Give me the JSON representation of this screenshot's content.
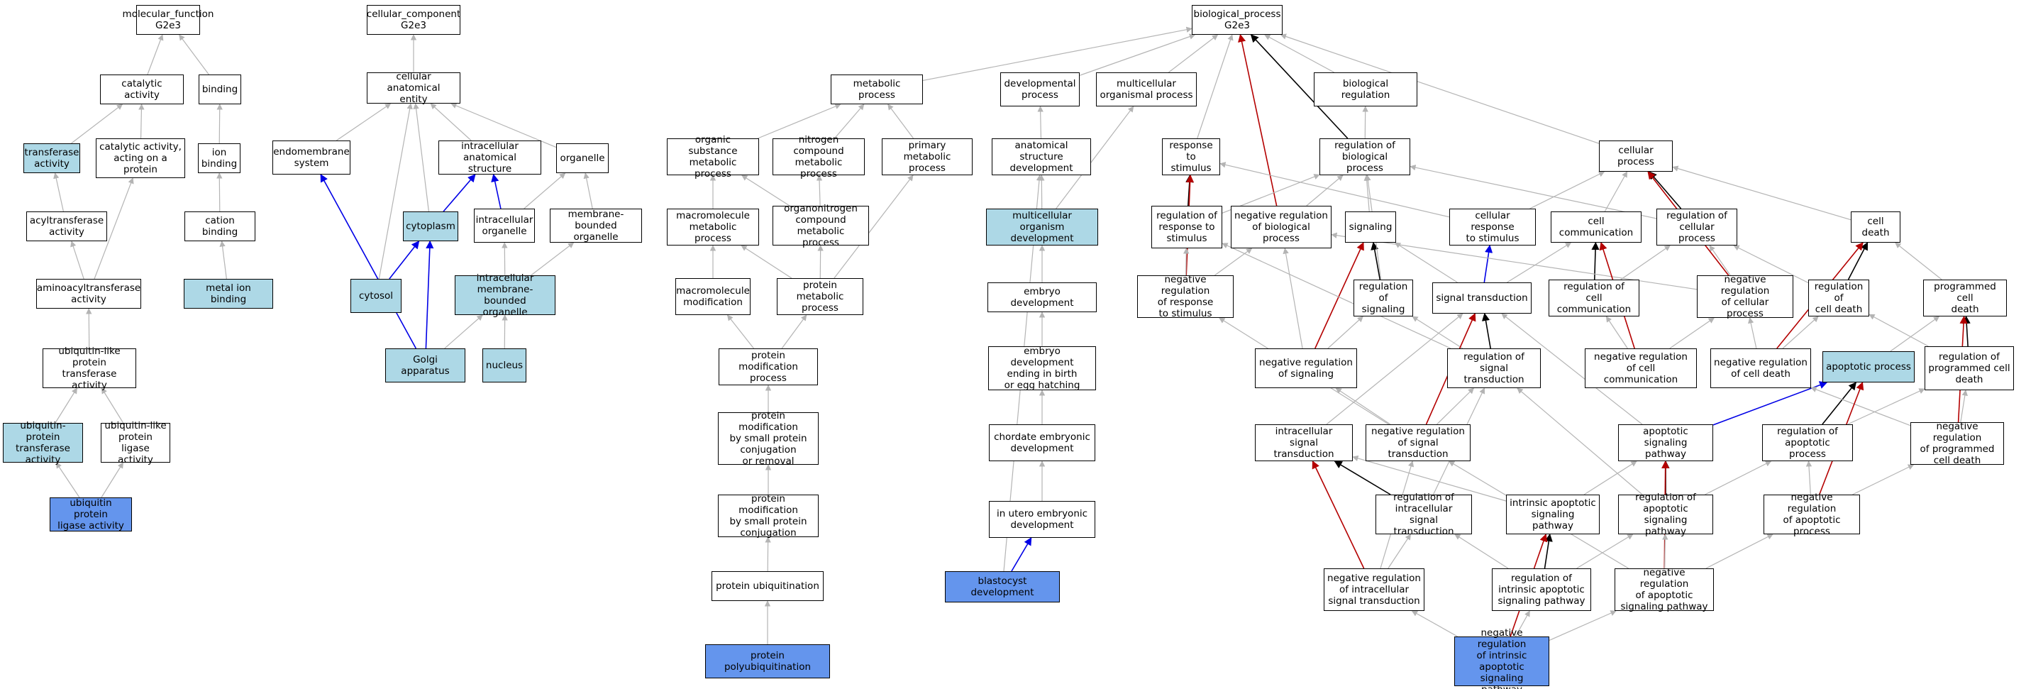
{
  "nodes": [
    {
      "id": "mf",
      "label": "molecular_function\nG2e3",
      "style": "plain"
    },
    {
      "id": "catalytic",
      "label": "catalytic activity",
      "style": "plain"
    },
    {
      "id": "binding",
      "label": "binding",
      "style": "plain"
    },
    {
      "id": "transferase",
      "label": "transferase\nactivity",
      "style": "hl"
    },
    {
      "id": "catprot",
      "label": "catalytic activity,\nacting on a\nprotein",
      "style": "plain"
    },
    {
      "id": "ionbinding",
      "label": "ion binding",
      "style": "plain"
    },
    {
      "id": "acyltrans",
      "label": "acyltransferase\nactivity",
      "style": "plain"
    },
    {
      "id": "cationbinding",
      "label": "cation binding",
      "style": "plain"
    },
    {
      "id": "aminoacyl",
      "label": "aminoacyltransferase\nactivity",
      "style": "plain"
    },
    {
      "id": "metalion",
      "label": "metal ion binding",
      "style": "hl"
    },
    {
      "id": "ublprottrans",
      "label": "ubiquitin-like\nprotein transferase\nactivity",
      "style": "plain"
    },
    {
      "id": "ubprottrans",
      "label": "ubiquitin-protein\ntransferase\nactivity",
      "style": "hl"
    },
    {
      "id": "ubligase",
      "label": "ubiquitin-like\nprotein ligase\nactivity",
      "style": "plain"
    },
    {
      "id": "ubprotligase",
      "label": "ubiquitin protein\nligase activity",
      "style": "src"
    },
    {
      "id": "cc",
      "label": "cellular_component\nG2e3",
      "style": "plain"
    },
    {
      "id": "cae",
      "label": "cellular anatomical\nentity",
      "style": "plain"
    },
    {
      "id": "endomem",
      "label": "endomembrane\nsystem",
      "style": "plain"
    },
    {
      "id": "intanat",
      "label": "intracellular\nanatomical structure",
      "style": "plain"
    },
    {
      "id": "organelle",
      "label": "organelle",
      "style": "plain"
    },
    {
      "id": "cytoplasm",
      "label": "cytoplasm",
      "style": "hl"
    },
    {
      "id": "intorg",
      "label": "intracellular\norganelle",
      "style": "plain"
    },
    {
      "id": "membbound",
      "label": "membrane-bounded\norganelle",
      "style": "plain"
    },
    {
      "id": "cytosol",
      "label": "cytosol",
      "style": "hl"
    },
    {
      "id": "intmembbound",
      "label": "intracellular\nmembrane-bounded\norganelle",
      "style": "hl"
    },
    {
      "id": "golgi",
      "label": "Golgi apparatus",
      "style": "hl"
    },
    {
      "id": "nucleus",
      "label": "nucleus",
      "style": "hl"
    },
    {
      "id": "metab",
      "label": "metabolic process",
      "style": "plain"
    },
    {
      "id": "orgsub",
      "label": "organic substance\nmetabolic process",
      "style": "plain"
    },
    {
      "id": "nitrogen",
      "label": "nitrogen compound\nmetabolic process",
      "style": "plain"
    },
    {
      "id": "primmetab",
      "label": "primary metabolic\nprocess",
      "style": "plain"
    },
    {
      "id": "macromol",
      "label": "macromolecule\nmetabolic process",
      "style": "plain"
    },
    {
      "id": "organonit",
      "label": "organonitrogen\ncompound metabolic\nprocess",
      "style": "plain"
    },
    {
      "id": "macromod",
      "label": "macromolecule\nmodification",
      "style": "plain"
    },
    {
      "id": "protmetab",
      "label": "protein metabolic\nprocess",
      "style": "plain"
    },
    {
      "id": "protmod",
      "label": "protein modification\nprocess",
      "style": "plain"
    },
    {
      "id": "protmodsmall",
      "label": "protein modification\nby small protein\nconjugation\nor removal",
      "style": "plain"
    },
    {
      "id": "protmodconj",
      "label": "protein modification\nby small protein\nconjugation",
      "style": "plain"
    },
    {
      "id": "protubiq",
      "label": "protein ubiquitination",
      "style": "plain"
    },
    {
      "id": "protpolyubiq",
      "label": "protein polyubiquitination",
      "style": "src"
    },
    {
      "id": "bp",
      "label": "biological_process\nG2e3",
      "style": "plain"
    },
    {
      "id": "devproc",
      "label": "developmental\nprocess",
      "style": "plain"
    },
    {
      "id": "multiorg",
      "label": "multicellular\norganismal process",
      "style": "plain"
    },
    {
      "id": "anatdev",
      "label": "anatomical structure\ndevelopment",
      "style": "plain"
    },
    {
      "id": "multidev",
      "label": "multicellular\norganism development",
      "style": "hl"
    },
    {
      "id": "embryodev",
      "label": "embryo development",
      "style": "plain"
    },
    {
      "id": "embryobirth",
      "label": "embryo development\nending in birth\nor egg hatching",
      "style": "plain"
    },
    {
      "id": "chordate",
      "label": "chordate embryonic\ndevelopment",
      "style": "plain"
    },
    {
      "id": "inutero",
      "label": "in utero embryonic\ndevelopment",
      "style": "plain"
    },
    {
      "id": "blastocyst",
      "label": "blastocyst development",
      "style": "src"
    },
    {
      "id": "bioreg",
      "label": "biological regulation",
      "style": "plain"
    },
    {
      "id": "respstim",
      "label": "response to\nstimulus",
      "style": "plain"
    },
    {
      "id": "regbio",
      "label": "regulation of\nbiological process",
      "style": "plain"
    },
    {
      "id": "cellproc",
      "label": "cellular process",
      "style": "plain"
    },
    {
      "id": "regresp",
      "label": "regulation of\nresponse to\nstimulus",
      "style": "plain"
    },
    {
      "id": "negregbio",
      "label": "negative regulation\nof biological\nprocess",
      "style": "plain"
    },
    {
      "id": "signaling",
      "label": "signaling",
      "style": "plain"
    },
    {
      "id": "cellresp",
      "label": "cellular response\nto stimulus",
      "style": "plain"
    },
    {
      "id": "cellcomm",
      "label": "cell communication",
      "style": "plain"
    },
    {
      "id": "regcell",
      "label": "regulation of\ncellular process",
      "style": "plain"
    },
    {
      "id": "celldeath",
      "label": "cell death",
      "style": "plain"
    },
    {
      "id": "negregresp",
      "label": "negative regulation\nof response\nto stimulus",
      "style": "plain"
    },
    {
      "id": "regsig",
      "label": "regulation of\nsignaling",
      "style": "plain"
    },
    {
      "id": "sigtrans",
      "label": "signal transduction",
      "style": "plain"
    },
    {
      "id": "regcellcomm",
      "label": "regulation of\ncell communication",
      "style": "plain"
    },
    {
      "id": "negregcell",
      "label": "negative regulation\nof cellular\nprocess",
      "style": "plain"
    },
    {
      "id": "regcelldeath",
      "label": "regulation of\ncell death",
      "style": "plain"
    },
    {
      "id": "pcd",
      "label": "programmed cell\ndeath",
      "style": "plain"
    },
    {
      "id": "negregsig",
      "label": "negative regulation\nof signaling",
      "style": "plain"
    },
    {
      "id": "regsigtrans",
      "label": "regulation of\nsignal transduction",
      "style": "plain"
    },
    {
      "id": "negregcellcomm",
      "label": "negative regulation\nof cell communication",
      "style": "plain"
    },
    {
      "id": "negregcelldeath",
      "label": "negative regulation\nof cell death",
      "style": "plain"
    },
    {
      "id": "apoptotic",
      "label": "apoptotic process",
      "style": "hl"
    },
    {
      "id": "regpcd",
      "label": "regulation of\nprogrammed cell\ndeath",
      "style": "plain"
    },
    {
      "id": "intrasig",
      "label": "intracellular\nsignal transduction",
      "style": "plain"
    },
    {
      "id": "negregsigtrans",
      "label": "negative regulation\nof signal transduction",
      "style": "plain"
    },
    {
      "id": "apopsig",
      "label": "apoptotic signaling\npathway",
      "style": "plain"
    },
    {
      "id": "regapop",
      "label": "regulation of\napoptotic process",
      "style": "plain"
    },
    {
      "id": "negregpcd",
      "label": "negative regulation\nof programmed\ncell death",
      "style": "plain"
    },
    {
      "id": "regintra",
      "label": "regulation of\nintracellular\nsignal transduction",
      "style": "plain"
    },
    {
      "id": "intrinsic",
      "label": "intrinsic apoptotic\nsignaling pathway",
      "style": "plain"
    },
    {
      "id": "regapopsig",
      "label": "regulation of\napoptotic signaling\npathway",
      "style": "plain"
    },
    {
      "id": "negregapop",
      "label": "negative regulation\nof apoptotic\nprocess",
      "style": "plain"
    },
    {
      "id": "negregintra",
      "label": "negative regulation\nof intracellular\nsignal transduction",
      "style": "plain"
    },
    {
      "id": "regintrinsic",
      "label": "regulation of\nintrinsic apoptotic\nsignaling pathway",
      "style": "plain"
    },
    {
      "id": "negregapopsig",
      "label": "negative regulation\nof apoptotic\nsignaling pathway",
      "style": "plain"
    },
    {
      "id": "negregintrinsic",
      "label": "negative regulation\nof intrinsic\napoptotic signaling\npathway",
      "style": "src"
    }
  ],
  "edges": [
    [
      "catalytic",
      "mf",
      "is_a"
    ],
    [
      "binding",
      "mf",
      "is_a"
    ],
    [
      "transferase",
      "catalytic",
      "is_a"
    ],
    [
      "catprot",
      "catalytic",
      "is_a"
    ],
    [
      "ionbinding",
      "binding",
      "is_a"
    ],
    [
      "acyltrans",
      "transferase",
      "is_a"
    ],
    [
      "cationbinding",
      "ionbinding",
      "is_a"
    ],
    [
      "aminoacyl",
      "acyltrans",
      "is_a"
    ],
    [
      "aminoacyl",
      "catprot",
      "is_a"
    ],
    [
      "metalion",
      "cationbinding",
      "is_a"
    ],
    [
      "ublprottrans",
      "aminoacyl",
      "is_a"
    ],
    [
      "ubprottrans",
      "ublprottrans",
      "is_a"
    ],
    [
      "ubligase",
      "ublprottrans",
      "is_a"
    ],
    [
      "ubprotligase",
      "ubprottrans",
      "is_a"
    ],
    [
      "ubprotligase",
      "ubligase",
      "is_a"
    ],
    [
      "cae",
      "cc",
      "is_a"
    ],
    [
      "endomem",
      "cae",
      "is_a"
    ],
    [
      "intanat",
      "cae",
      "is_a"
    ],
    [
      "organelle",
      "cae",
      "is_a"
    ],
    [
      "cytoplasm",
      "cae",
      "is_a"
    ],
    [
      "cytosol",
      "cae",
      "is_a"
    ],
    [
      "cytoplasm",
      "intanat",
      "part_of"
    ],
    [
      "intorg",
      "intanat",
      "part_of"
    ],
    [
      "intorg",
      "organelle",
      "is_a"
    ],
    [
      "membbound",
      "organelle",
      "is_a"
    ],
    [
      "cytosol",
      "cytoplasm",
      "part_of"
    ],
    [
      "intmembbound",
      "intorg",
      "is_a"
    ],
    [
      "intmembbound",
      "membbound",
      "is_a"
    ],
    [
      "golgi",
      "cytoplasm",
      "part_of"
    ],
    [
      "golgi",
      "endomem",
      "part_of"
    ],
    [
      "golgi",
      "intmembbound",
      "is_a"
    ],
    [
      "nucleus",
      "intmembbound",
      "is_a"
    ],
    [
      "metab",
      "bp",
      "is_a"
    ],
    [
      "orgsub",
      "metab",
      "is_a"
    ],
    [
      "nitrogen",
      "metab",
      "is_a"
    ],
    [
      "primmetab",
      "metab",
      "is_a"
    ],
    [
      "macromol",
      "orgsub",
      "is_a"
    ],
    [
      "organonit",
      "nitrogen",
      "is_a"
    ],
    [
      "organonit",
      "orgsub",
      "is_a"
    ],
    [
      "macromod",
      "macromol",
      "is_a"
    ],
    [
      "protmetab",
      "macromol",
      "is_a"
    ],
    [
      "protmetab",
      "organonit",
      "is_a"
    ],
    [
      "protmetab",
      "primmetab",
      "is_a"
    ],
    [
      "protmod",
      "macromod",
      "is_a"
    ],
    [
      "protmod",
      "protmetab",
      "is_a"
    ],
    [
      "protmodsmall",
      "protmod",
      "is_a"
    ],
    [
      "protmodconj",
      "protmodsmall",
      "is_a"
    ],
    [
      "protubiq",
      "protmodconj",
      "is_a"
    ],
    [
      "protpolyubiq",
      "protubiq",
      "is_a"
    ],
    [
      "devproc",
      "bp",
      "is_a"
    ],
    [
      "multiorg",
      "bp",
      "is_a"
    ],
    [
      "anatdev",
      "devproc",
      "is_a"
    ],
    [
      "multidev",
      "anatdev",
      "is_a"
    ],
    [
      "multidev",
      "multiorg",
      "is_a"
    ],
    [
      "embryodev",
      "multidev",
      "is_a"
    ],
    [
      "embryobirth",
      "embryodev",
      "is_a"
    ],
    [
      "chordate",
      "embryobirth",
      "is_a"
    ],
    [
      "inutero",
      "chordate",
      "is_a"
    ],
    [
      "blastocyst",
      "inutero",
      "part_of"
    ],
    [
      "blastocyst",
      "anatdev",
      "is_a"
    ],
    [
      "bioreg",
      "bp",
      "is_a"
    ],
    [
      "respstim",
      "bp",
      "is_a"
    ],
    [
      "regbio",
      "bp",
      "regulates"
    ],
    [
      "regbio",
      "bioreg",
      "is_a"
    ],
    [
      "cellproc",
      "bp",
      "is_a"
    ],
    [
      "negregbio",
      "bp",
      "negatively_regulates"
    ],
    [
      "regresp",
      "respstim",
      "regulates"
    ],
    [
      "regresp",
      "regbio",
      "is_a"
    ],
    [
      "negregbio",
      "regbio",
      "is_a"
    ],
    [
      "signaling",
      "regbio",
      "is_a"
    ],
    [
      "cellresp",
      "respstim",
      "is_a"
    ],
    [
      "cellresp",
      "cellproc",
      "is_a"
    ],
    [
      "cellcomm",
      "cellproc",
      "is_a"
    ],
    [
      "regcell",
      "cellproc",
      "regulates"
    ],
    [
      "regcell",
      "regbio",
      "is_a"
    ],
    [
      "celldeath",
      "cellproc",
      "is_a"
    ],
    [
      "negregresp",
      "respstim",
      "negatively_regulates"
    ],
    [
      "negregresp",
      "regresp",
      "is_a"
    ],
    [
      "negregresp",
      "negregbio",
      "is_a"
    ],
    [
      "regsig",
      "signaling",
      "regulates"
    ],
    [
      "regsig",
      "regbio",
      "is_a"
    ],
    [
      "sigtrans",
      "signaling",
      "is_a"
    ],
    [
      "sigtrans",
      "cellresp",
      "part_of"
    ],
    [
      "sigtrans",
      "cellcomm",
      "is_a"
    ],
    [
      "regcellcomm",
      "cellcomm",
      "regulates"
    ],
    [
      "regcellcomm",
      "regcell",
      "is_a"
    ],
    [
      "negregcell",
      "regcell",
      "is_a"
    ],
    [
      "negregcell",
      "negregbio",
      "is_a"
    ],
    [
      "negregcell",
      "cellproc",
      "negatively_regulates"
    ],
    [
      "regcelldeath",
      "celldeath",
      "regulates"
    ],
    [
      "regcelldeath",
      "regcell",
      "is_a"
    ],
    [
      "pcd",
      "celldeath",
      "is_a"
    ],
    [
      "negregsig",
      "signaling",
      "negatively_regulates"
    ],
    [
      "negregsig",
      "regsig",
      "is_a"
    ],
    [
      "negregsig",
      "negregbio",
      "is_a"
    ],
    [
      "regsigtrans",
      "sigtrans",
      "regulates"
    ],
    [
      "regsigtrans",
      "regsig",
      "is_a"
    ],
    [
      "regsigtrans",
      "regresp",
      "is_a"
    ],
    [
      "negregcellcomm",
      "cellcomm",
      "negatively_regulates"
    ],
    [
      "negregcellcomm",
      "regcellcomm",
      "is_a"
    ],
    [
      "negregcellcomm",
      "negregcell",
      "is_a"
    ],
    [
      "negregcelldeath",
      "celldeath",
      "negatively_regulates"
    ],
    [
      "negregcelldeath",
      "regcelldeath",
      "is_a"
    ],
    [
      "negregcelldeath",
      "negregcell",
      "is_a"
    ],
    [
      "apoptotic",
      "pcd",
      "is_a"
    ],
    [
      "regpcd",
      "pcd",
      "regulates"
    ],
    [
      "regpcd",
      "regcelldeath",
      "is_a"
    ],
    [
      "intrasig",
      "sigtrans",
      "is_a"
    ],
    [
      "negregsigtrans",
      "sigtrans",
      "negatively_regulates"
    ],
    [
      "negregsigtrans",
      "regsigtrans",
      "is_a"
    ],
    [
      "negregsigtrans",
      "negregsig",
      "is_a"
    ],
    [
      "negregsigtrans",
      "negregresp",
      "is_a"
    ],
    [
      "apopsig",
      "apoptotic",
      "part_of"
    ],
    [
      "apopsig",
      "sigtrans",
      "is_a"
    ],
    [
      "regapop",
      "regpcd",
      "is_a"
    ],
    [
      "regapop",
      "apoptotic",
      "regulates"
    ],
    [
      "negregpcd",
      "pcd",
      "negatively_regulates"
    ],
    [
      "negregpcd",
      "regpcd",
      "is_a"
    ],
    [
      "negregpcd",
      "negregcelldeath",
      "is_a"
    ],
    [
      "regintra",
      "intrasig",
      "regulates"
    ],
    [
      "regintra",
      "regsigtrans",
      "is_a"
    ],
    [
      "intrinsic",
      "apopsig",
      "is_a"
    ],
    [
      "intrinsic",
      "intrasig",
      "is_a"
    ],
    [
      "regapopsig",
      "apopsig",
      "regulates"
    ],
    [
      "regapopsig",
      "regsigtrans",
      "is_a"
    ],
    [
      "regapopsig",
      "regapop",
      "is_a"
    ],
    [
      "negregapop",
      "apoptotic",
      "negatively_regulates"
    ],
    [
      "negregapop",
      "regapop",
      "is_a"
    ],
    [
      "negregapop",
      "negregpcd",
      "is_a"
    ],
    [
      "negregintra",
      "intrasig",
      "negatively_regulates"
    ],
    [
      "negregintra",
      "regintra",
      "is_a"
    ],
    [
      "negregintra",
      "negregsigtrans",
      "is_a"
    ],
    [
      "regintrinsic",
      "intrinsic",
      "regulates"
    ],
    [
      "regintrinsic",
      "regapopsig",
      "is_a"
    ],
    [
      "regintrinsic",
      "regintra",
      "is_a"
    ],
    [
      "negregapopsig",
      "apopsig",
      "negatively_regulates"
    ],
    [
      "negregapopsig",
      "regapopsig",
      "is_a"
    ],
    [
      "negregapopsig",
      "negregapop",
      "is_a"
    ],
    [
      "negregapopsig",
      "negregsigtrans",
      "is_a"
    ],
    [
      "negregintrinsic",
      "intrinsic",
      "negatively_regulates"
    ],
    [
      "negregintrinsic",
      "regintrinsic",
      "is_a"
    ],
    [
      "negregintrinsic",
      "negregapopsig",
      "is_a"
    ],
    [
      "negregintrinsic",
      "negregintra",
      "is_a"
    ]
  ],
  "colors": {
    "is_a": "#b4b4b4",
    "part_of": "#0000e6",
    "regulates": "#000000",
    "negatively_regulates": "#b40000",
    "node_border": "#000000",
    "node_fill": "#ffffff",
    "node_highlight": "#add8e6",
    "node_source": "#6495ed"
  }
}
